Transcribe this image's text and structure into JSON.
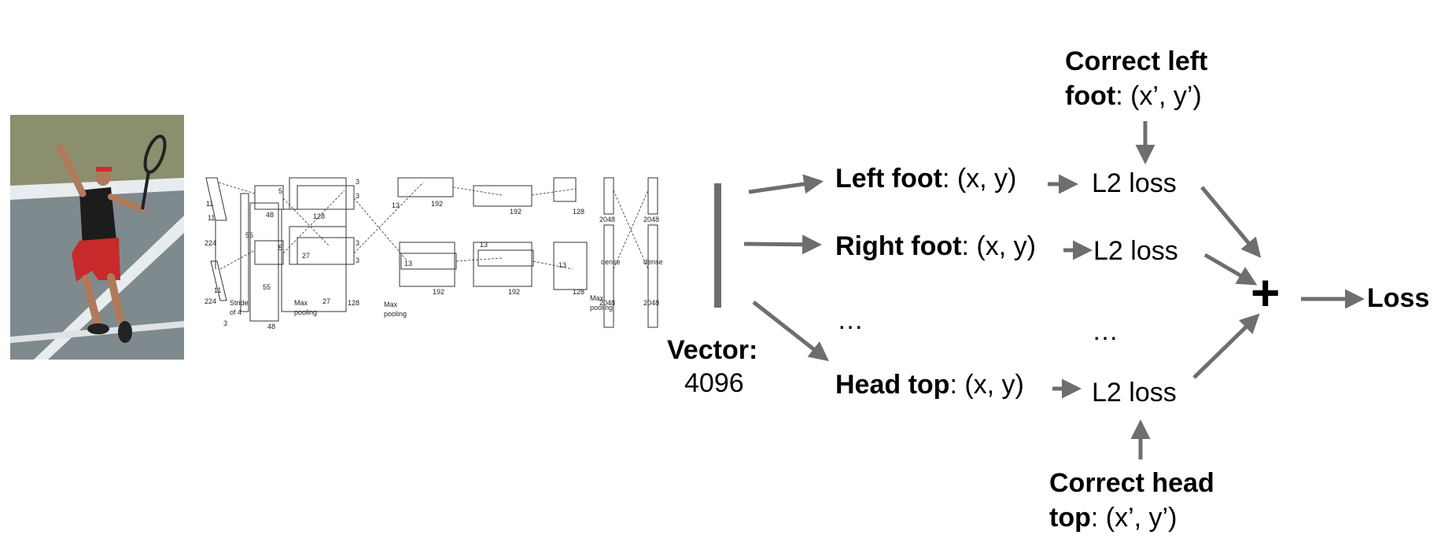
{
  "image": {
    "description_icon": "tennis-player-photo"
  },
  "cnn": {
    "labels": {
      "in224a": "224",
      "in224b": "224",
      "k11a": "11",
      "k11b": "11",
      "k11c": "11",
      "stride": "Stride",
      "of4": "of 4",
      "three": "3",
      "n55a": "55",
      "n55b": "55",
      "n5a": "5",
      "n5b": "5",
      "n48a": "48",
      "n48b": "48",
      "n27a": "27",
      "n27b": "27",
      "n128a": "128",
      "n128b": "128",
      "n3a": "3",
      "n3b": "3",
      "n3c": "3",
      "n3d": "3",
      "n13a": "13",
      "n13b": "13",
      "n13c": "13",
      "n13d": "13",
      "n192a": "192",
      "n192b": "192",
      "n192c": "192",
      "n192d": "192",
      "n128c": "128",
      "n128d": "128",
      "n2048a": "2048",
      "n2048b": "2048",
      "n2048c": "2048",
      "n2048d": "2048",
      "dense1": "dense",
      "dense2": "dense",
      "maxpool1a": "Max",
      "maxpool1b": "pooling",
      "maxpool2a": "Max",
      "maxpool2b": "pooling",
      "maxpool3a": "Max",
      "maxpool3b": "pooling"
    }
  },
  "vector": {
    "title": "Vector:",
    "value": "4096"
  },
  "outputs": [
    {
      "name": "Left foot",
      "coords": ": (x, y)"
    },
    {
      "name": "Right foot",
      "coords": ": (x, y)"
    },
    {
      "name": "…",
      "coords": ""
    },
    {
      "name": "Head top",
      "coords": ": (x, y)"
    }
  ],
  "losses": [
    "L2 loss",
    "L2 loss",
    "…",
    "L2 loss"
  ],
  "targets": {
    "top": {
      "line1": "Correct left",
      "line2_bold": "foot",
      "line2_rest": ": (x’, y’)"
    },
    "bottom": {
      "line1": "Correct head",
      "line2_bold": "top",
      "line2_rest": ": (x’, y’)"
    }
  },
  "sum_symbol": "+",
  "final": "Loss",
  "colors": {
    "arrow": "#6e6e6e",
    "bar": "#6e6e6e"
  }
}
